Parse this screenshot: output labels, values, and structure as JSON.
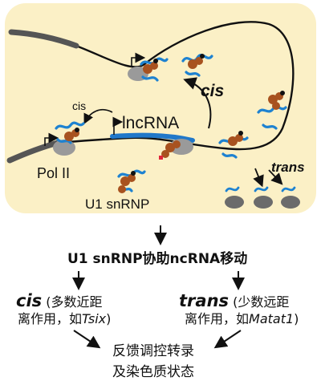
{
  "diagram": {
    "label_cis_small": "cis",
    "label_lncrna": "lncRNA",
    "label_pol2": "Pol II",
    "label_u1": "U1 snRNP",
    "label_cis_bold": "cis",
    "label_trans": "trans"
  },
  "text": {
    "title": "U1 snRNP协助ncRNA移动",
    "cis_word": "cis",
    "cis_paren": " (多数近距",
    "cis_line2_a": "离作用，如",
    "cis_example": "Tsix",
    "cis_line2_b": ")",
    "trans_word": "trans",
    "trans_paren": " (少数远距",
    "trans_line2_a": "离作用，如",
    "trans_example": "Matat1",
    "trans_line2_b": ")",
    "feedback_line1": "反馈调控转录",
    "feedback_line2": "及染色质状态"
  },
  "colors": {
    "panel_bg": "#fbf0c6",
    "chromatin": "#111111",
    "dna_gray": "#555555",
    "rna_blue": "#1e82d1",
    "lncrna_bar": "#2178c9",
    "snrnp_brown": "#a8521f",
    "polymerase_gray": "#9a9a9a",
    "tag_red": "#e0253a"
  }
}
